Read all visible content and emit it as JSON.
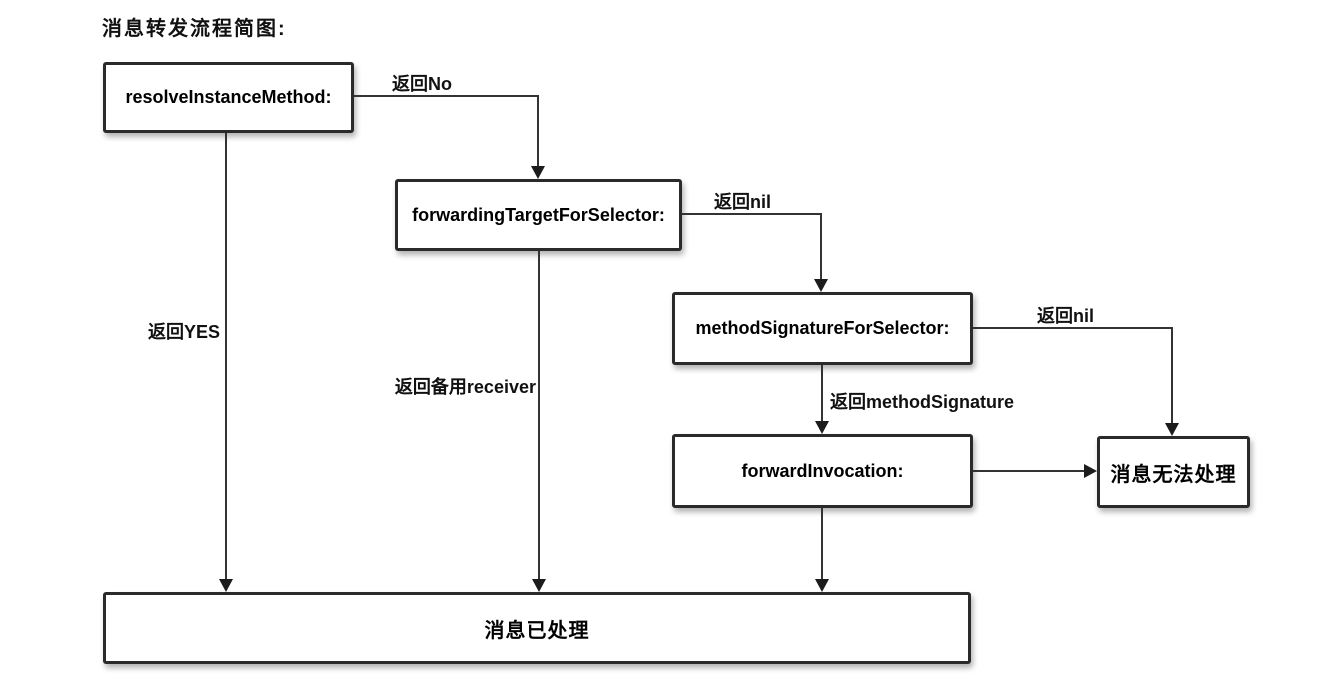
{
  "title": "消息转发流程简图:",
  "diagram": {
    "nodes": [
      {
        "id": "resolveInstanceMethod",
        "label": "resolveInstanceMethod:"
      },
      {
        "id": "forwardingTargetForSelector",
        "label": "forwardingTargetForSelector:"
      },
      {
        "id": "methodSignatureForSelector",
        "label": "methodSignatureForSelector:"
      },
      {
        "id": "forwardInvocation",
        "label": "forwardInvocation:"
      },
      {
        "id": "messageUnhandled",
        "label": "消息无法处理"
      },
      {
        "id": "messageHandled",
        "label": "消息已处理"
      }
    ],
    "edges": [
      {
        "from": "resolveInstanceMethod",
        "to": "forwardingTargetForSelector",
        "label": "返回No"
      },
      {
        "from": "resolveInstanceMethod",
        "to": "messageHandled",
        "label": "返回YES"
      },
      {
        "from": "forwardingTargetForSelector",
        "to": "methodSignatureForSelector",
        "label": "返回nil"
      },
      {
        "from": "forwardingTargetForSelector",
        "to": "messageHandled",
        "label": "返回备用receiver"
      },
      {
        "from": "methodSignatureForSelector",
        "to": "messageUnhandled",
        "label": "返回nil"
      },
      {
        "from": "methodSignatureForSelector",
        "to": "forwardInvocation",
        "label": "返回methodSignature"
      },
      {
        "from": "forwardInvocation",
        "to": "messageUnhandled",
        "label": ""
      },
      {
        "from": "forwardInvocation",
        "to": "messageHandled",
        "label": ""
      }
    ],
    "colors": {
      "background": "#ffffff",
      "line": "#333333",
      "box_border": "#2a2a2a",
      "box_background": "#ffffff",
      "text": "#000000"
    }
  }
}
